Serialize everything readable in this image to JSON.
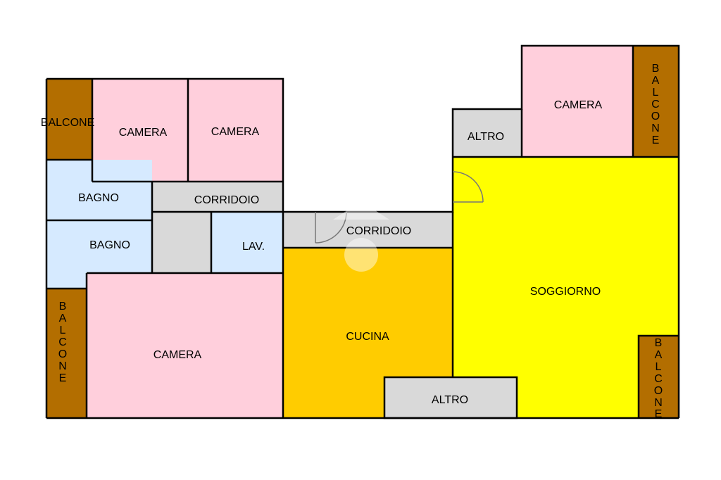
{
  "colors": {
    "balcone": "#b36e00",
    "camera": "#ffcfdc",
    "bagno": "#d6eaff",
    "corridoio": "#d9d9d9",
    "cucina": "#ffcc00",
    "soggiorno": "#ffff00",
    "altro": "#d9d9d9",
    "wall": "#000000"
  },
  "rooms": {
    "balcone_top_left": "BALCONE",
    "camera_top_left_1": "CAMERA",
    "camera_top_left_2": "CAMERA",
    "bagno_1": "BAGNO",
    "bagno_2": "BAGNO",
    "corridoio_left": "CORRIDOIO",
    "lav": "LAV.",
    "corridoio_center": "CORRIDOIO",
    "camera_bottom_left": "CAMERA",
    "balcone_bottom_left": [
      "B",
      "A",
      "L",
      "C",
      "O",
      "N",
      "E"
    ],
    "cucina": "CUCINA",
    "altro_bottom": "ALTRO",
    "altro_top": "ALTRO",
    "camera_top_right": "CAMERA",
    "balcone_top_right": [
      "B",
      "A",
      "L",
      "C",
      "O",
      "N",
      "E"
    ],
    "soggiorno": "SOGGIORNO",
    "balcone_bottom_right": [
      "B",
      "A",
      "L",
      "C",
      "O",
      "N",
      "E"
    ]
  },
  "logo_icon": "watermark-logo-icon"
}
